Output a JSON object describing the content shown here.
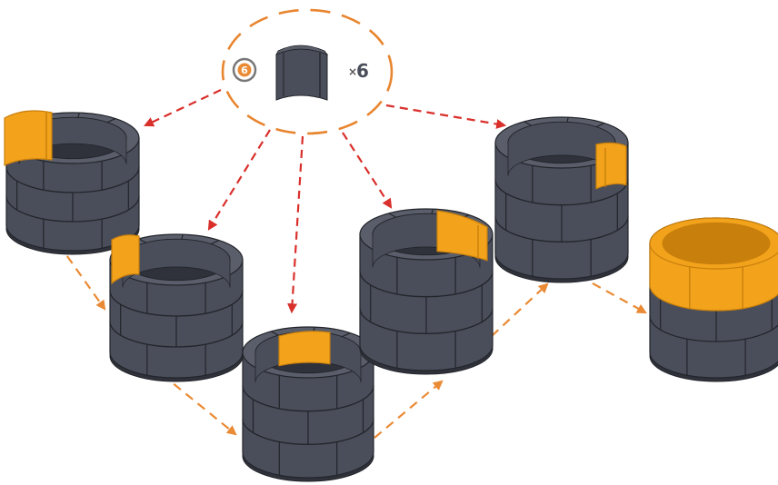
{
  "header": {
    "step_number": "6",
    "quantity_prefix": "×",
    "quantity_value": "6"
  },
  "colors": {
    "block": "#4a4e5a",
    "block_side": "#5a5e6a",
    "block_dark": "#2f323a",
    "block_line": "#23252b",
    "highlight": "#f2a31b",
    "highlight_dark": "#c97f0c",
    "callout_dash": "#e8852f",
    "arrow_red": "#d9302c",
    "arrow_orange": "#ea8a34",
    "badge_ring": "#777777"
  },
  "icons": {
    "part": "curved-block-icon",
    "badge": "step-badge-icon"
  },
  "stages": [
    {
      "id": "stage-1",
      "highlight": "left-single-block"
    },
    {
      "id": "stage-2",
      "highlight": "left-back-block"
    },
    {
      "id": "stage-3",
      "highlight": "back-block"
    },
    {
      "id": "stage-4",
      "highlight": "right-back-block"
    },
    {
      "id": "stage-5",
      "highlight": "right-block"
    },
    {
      "id": "stage-6",
      "highlight": "full-top-ring"
    }
  ]
}
